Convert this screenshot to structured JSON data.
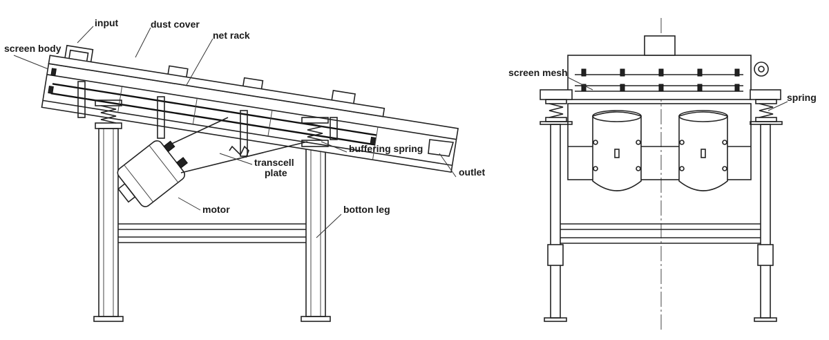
{
  "labels": {
    "input": "input",
    "dust_cover": "dust cover",
    "net_rack": "net rack",
    "screen_body": "screen body",
    "buffering_spring": "buffering spring",
    "transcell_plate_line1": "transcell",
    "transcell_plate_line2": "plate",
    "outlet": "outlet",
    "motor": "motor",
    "botton_leg": "botton leg",
    "screen_mesh": "screen mesh",
    "spring": "spring"
  },
  "colors": {
    "line": "#222222",
    "background": "#ffffff"
  }
}
